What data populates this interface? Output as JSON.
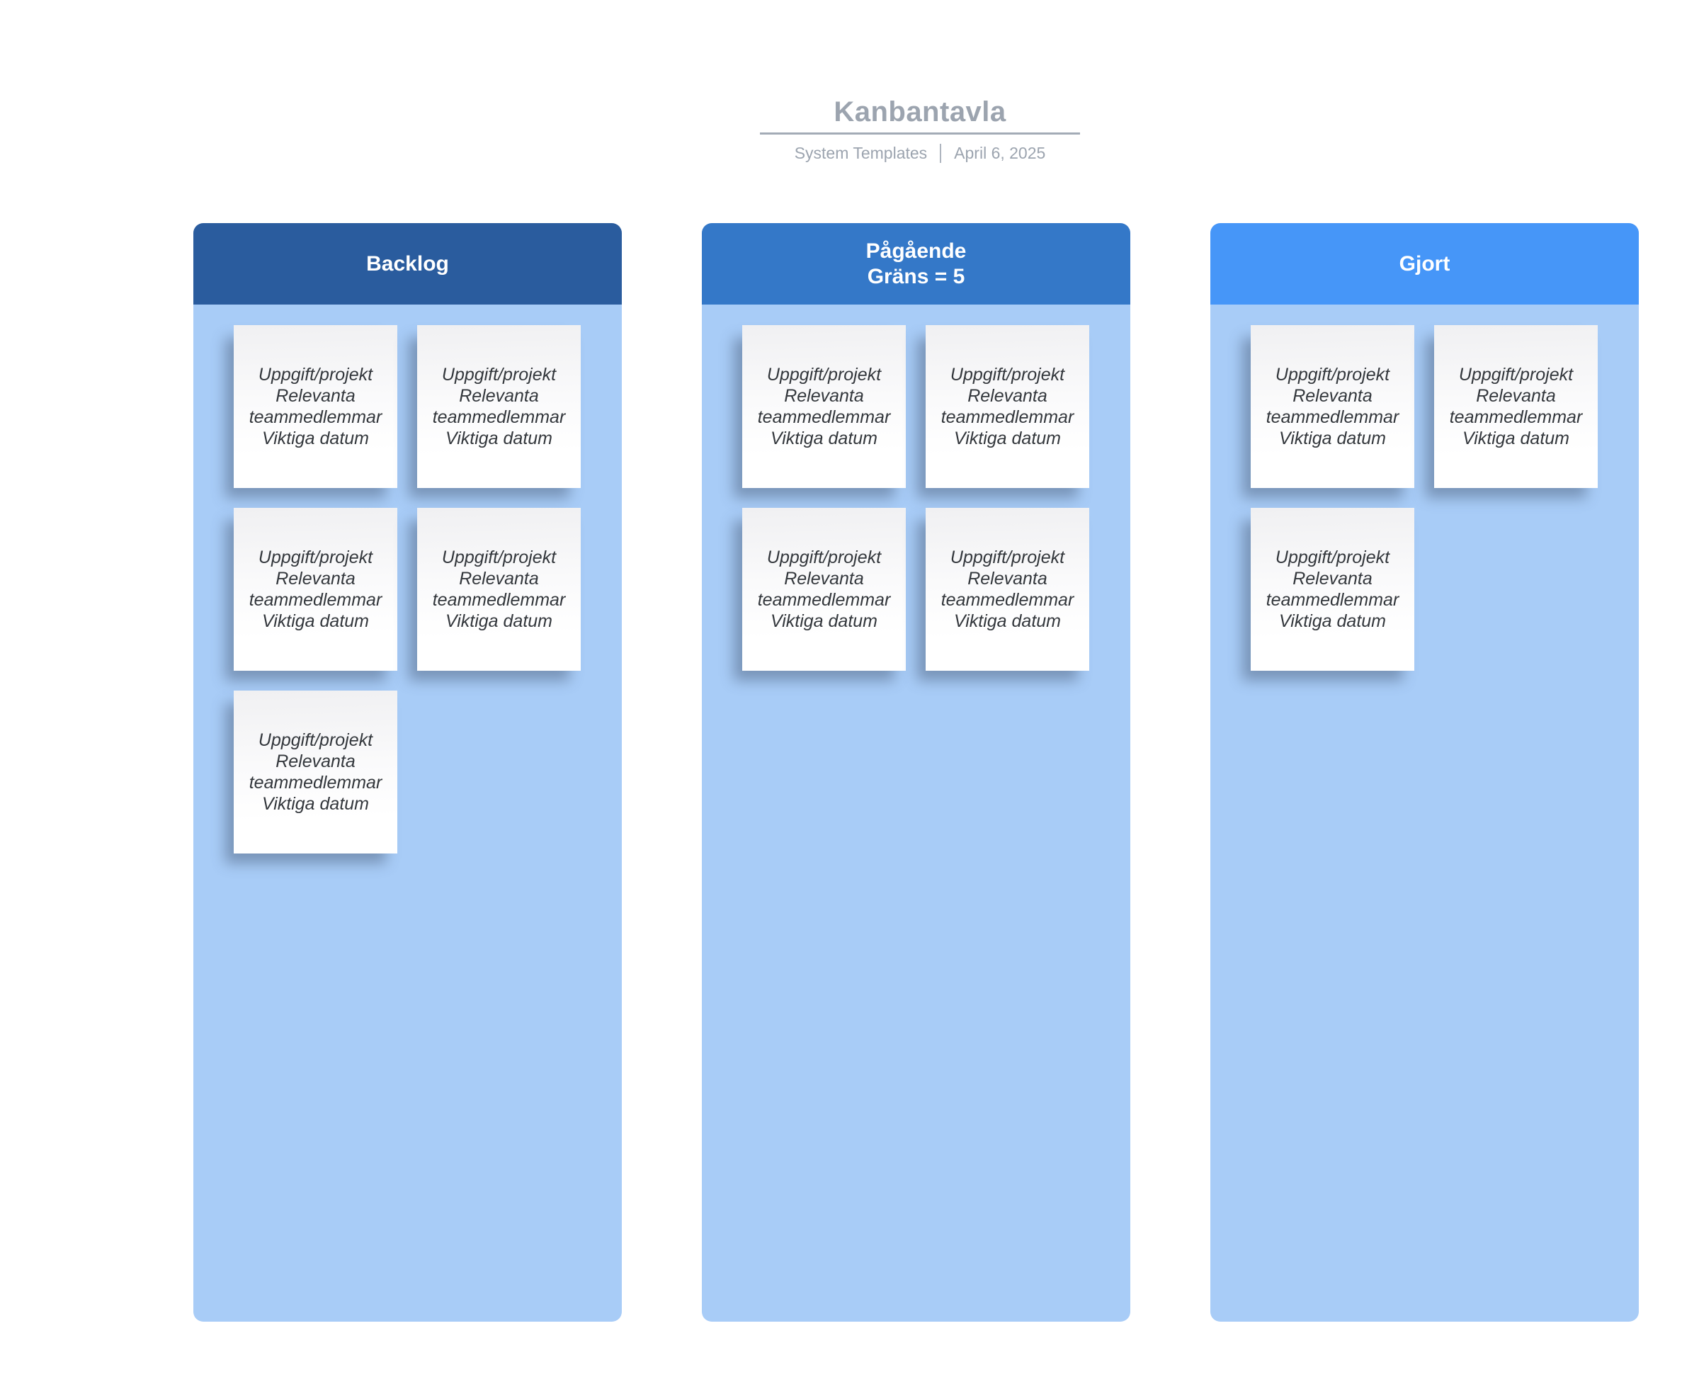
{
  "masthead": {
    "title": "Kanbantavla",
    "source": "System Templates",
    "date": "April 6, 2025"
  },
  "colors": {
    "title_gray": "#9CA4AF",
    "column_body": "#A8CCF7",
    "note_text": "#33373C",
    "backlog_header": "#2A5C9E",
    "inprogress_header": "#3478C8",
    "done_header": "#4696F8"
  },
  "board": {
    "note_lines": [
      "Uppgift/projekt",
      "Relevanta teammedlemmar",
      "Viktiga datum"
    ],
    "columns": [
      {
        "key": "backlog",
        "title_lines": [
          "Backlog"
        ],
        "header_color": "#2A5C9E",
        "note_count": 5
      },
      {
        "key": "pagaende",
        "title_lines": [
          "Pågående",
          "Gräns = 5"
        ],
        "header_color": "#3478C8",
        "note_count": 4
      },
      {
        "key": "gjort",
        "title_lines": [
          "Gjort"
        ],
        "header_color": "#4696F8",
        "note_count": 3
      }
    ]
  }
}
